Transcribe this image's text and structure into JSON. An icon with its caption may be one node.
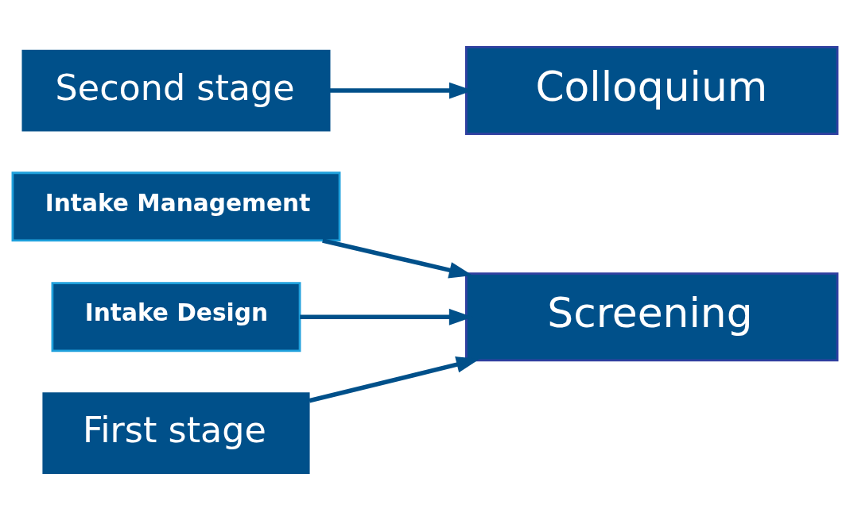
{
  "diagram": {
    "nodes": [
      {
        "text": [
          "Intake Management"
        ]
      },
      {
        "text": [
          "Intake Design"
        ]
      },
      {
        "text": [
          "First stage"
        ]
      },
      {
        "text": [
          "Screening"
        ]
      },
      {
        "text": [
          "Second stage"
        ]
      },
      {
        "text": [
          "Colloquium"
        ]
      }
    ],
    "edges": [
      {
        "from": 0,
        "to": 3,
        "arrow": "to"
      },
      {
        "from": 1,
        "to": 3,
        "arrow": "to"
      },
      {
        "from": 2,
        "to": 3,
        "arrow": "to"
      },
      {
        "from": 4,
        "to": 5,
        "arrow": "to"
      }
    ]
  }
}
